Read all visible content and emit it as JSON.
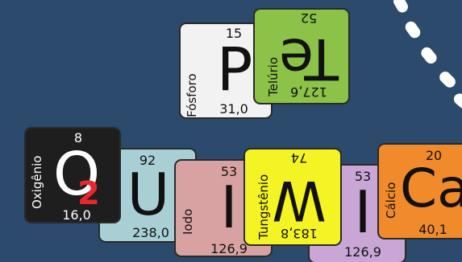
{
  "colors": {
    "background": "#2b4a6c",
    "fosforo": "#f2f2f2",
    "telurio": "#8cc247",
    "oxigenio": "#1e1e1e",
    "uranio": "#a8d0d4",
    "iodo_left": "#d9a2a2",
    "tungstenio": "#f4f424",
    "iodo_right": "#c9a6d6",
    "calcio": "#f08a2a",
    "subscript_2": "#e8262b"
  },
  "tiles": {
    "fosforo": {
      "number": "15",
      "symbol": "P",
      "name": "Fósforo",
      "mass": "31,0"
    },
    "telurio": {
      "number": "52",
      "symbol": "Te",
      "name": "Telúrio",
      "mass": "127,6"
    },
    "oxigenio": {
      "number": "8",
      "symbol": "O",
      "subscript": "2",
      "name": "Oxigênio",
      "mass": "16,0"
    },
    "uranio": {
      "number": "92",
      "symbol": "U",
      "mass": "238,0"
    },
    "iodo_left": {
      "number": "53",
      "symbol": "I",
      "name": "Iodo",
      "mass": "126,9"
    },
    "tungstenio": {
      "number": "74",
      "symbol": "W",
      "name": "Tungstênio",
      "mass": "183,8"
    },
    "iodo_right": {
      "number": "53",
      "symbol": "I",
      "mass": "126,9"
    },
    "calcio": {
      "number": "20",
      "symbol": "Ca",
      "name": "Cálcio",
      "mass": "40,1"
    }
  }
}
